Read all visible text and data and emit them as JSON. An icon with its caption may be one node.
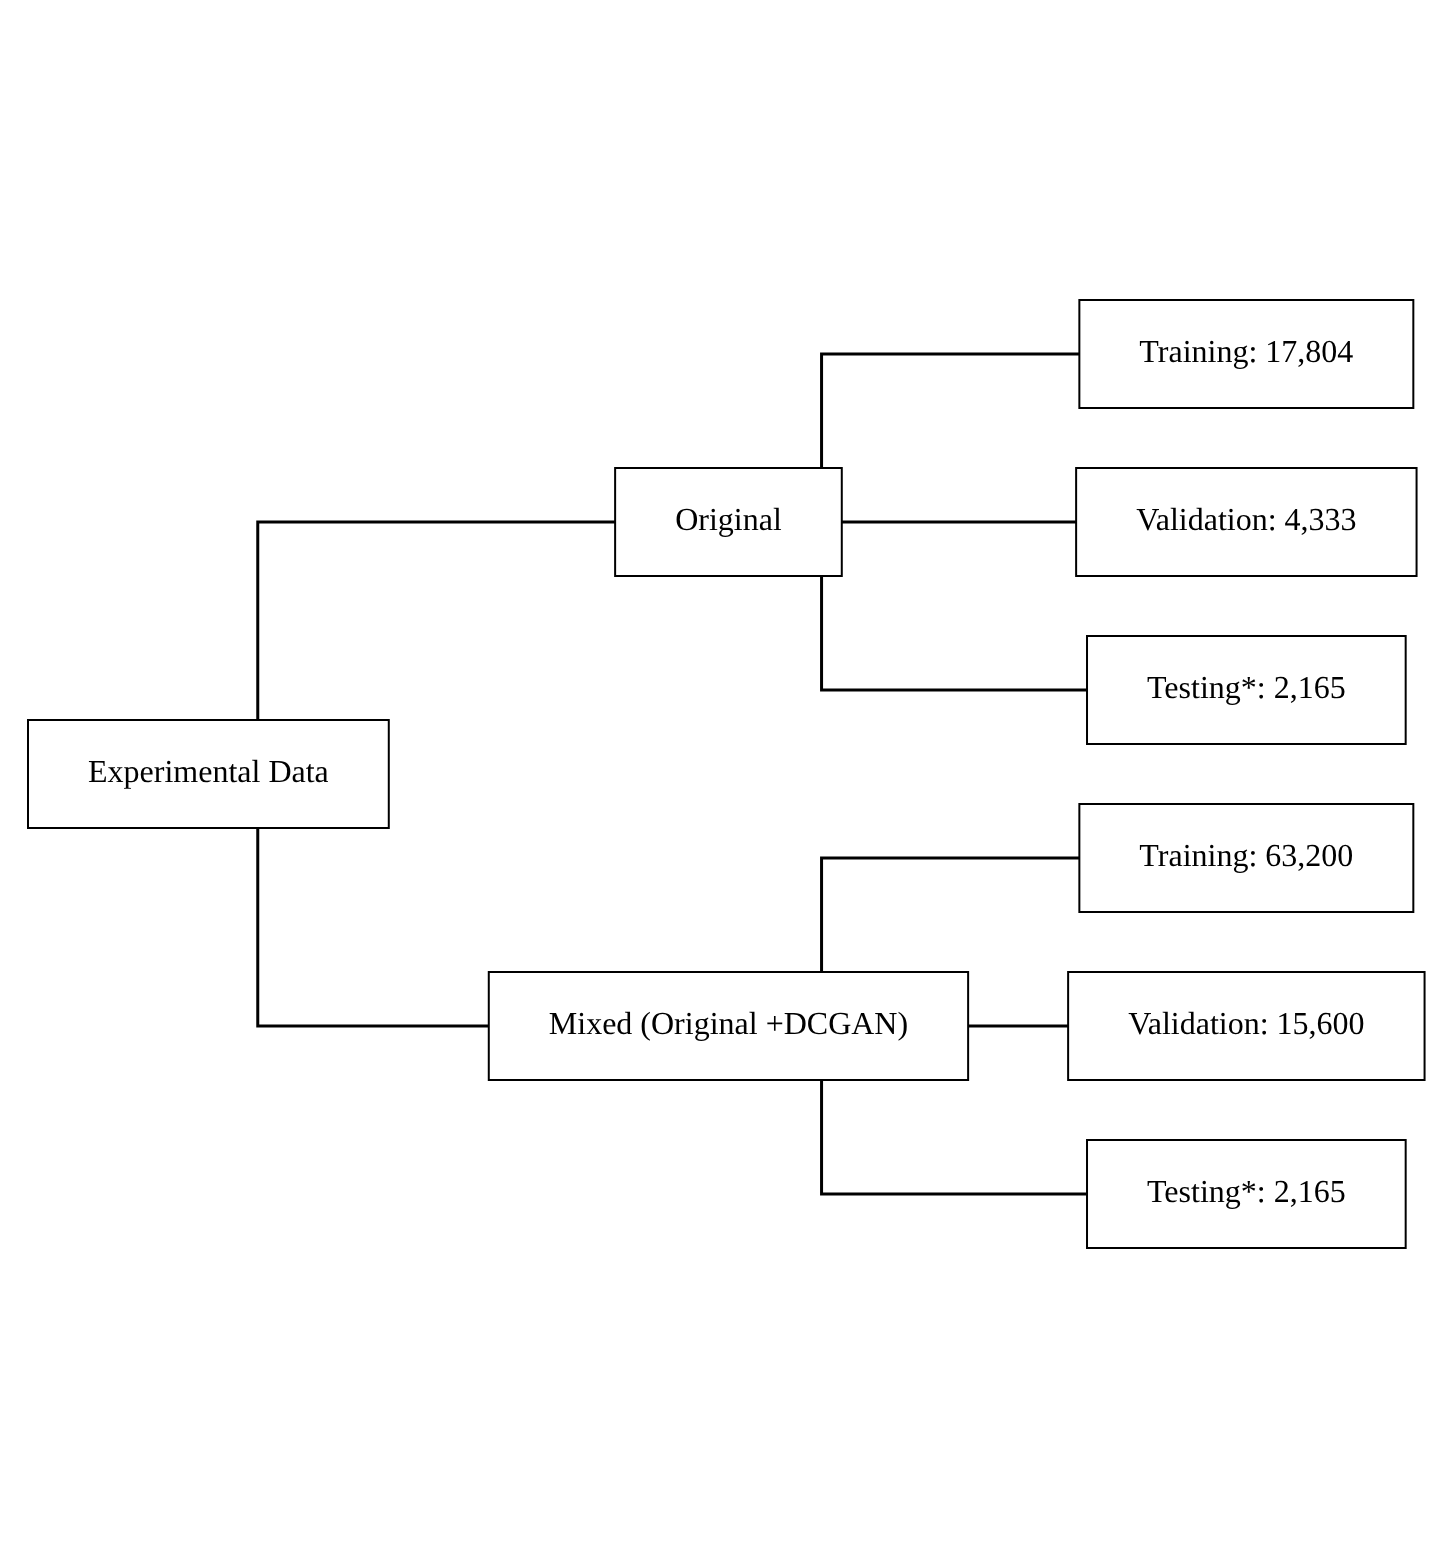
{
  "diagram": {
    "nodes": [
      {
        "text": [
          "Experimental Data"
        ]
      },
      {
        "text": [
          "Original"
        ]
      },
      {
        "text": [
          "Training: 17,804"
        ]
      },
      {
        "text": [
          "Validation: 4,333"
        ]
      },
      {
        "text": [
          "Testing*: 2,165"
        ]
      },
      {
        "text": [
          "Mixed (Original +DCGAN)"
        ]
      },
      {
        "text": [
          "Training: 63,200"
        ]
      },
      {
        "text": [
          "Validation: 15,600"
        ]
      },
      {
        "text": [
          "Testing*: 2,165"
        ]
      }
    ],
    "edges": [
      {
        "from": 0,
        "to": 1,
        "arrow": "none"
      },
      {
        "from": 0,
        "to": 5,
        "arrow": "none"
      },
      {
        "from": 1,
        "to": 2,
        "arrow": "none"
      },
      {
        "from": 1,
        "to": 3,
        "arrow": "none"
      },
      {
        "from": 1,
        "to": 4,
        "arrow": "none"
      },
      {
        "from": 5,
        "to": 6,
        "arrow": "none"
      },
      {
        "from": 5,
        "to": 7,
        "arrow": "none"
      },
      {
        "from": 5,
        "to": 8,
        "arrow": "none"
      }
    ]
  }
}
